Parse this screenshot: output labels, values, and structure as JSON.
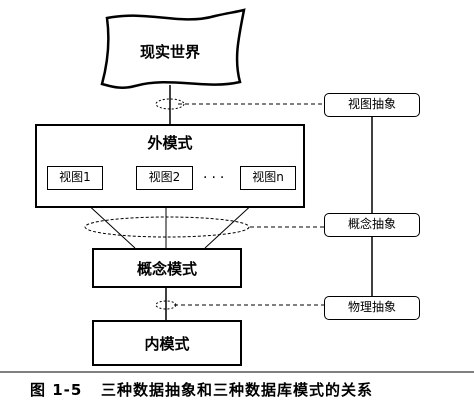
{
  "diagram": {
    "real_world": "现实世界",
    "external_schema": "外模式",
    "views": [
      "视图1",
      "视图2",
      "视图n"
    ],
    "ellipsis": "···",
    "conceptual_schema": "概念模式",
    "internal_schema": "内模式",
    "abstractions": {
      "view": "视图抽象",
      "concept": "概念抽象",
      "physical": "物理抽象"
    }
  },
  "caption": {
    "number": "图 1-5",
    "text": "三种数据抽象和三种数据库模式的关系"
  }
}
